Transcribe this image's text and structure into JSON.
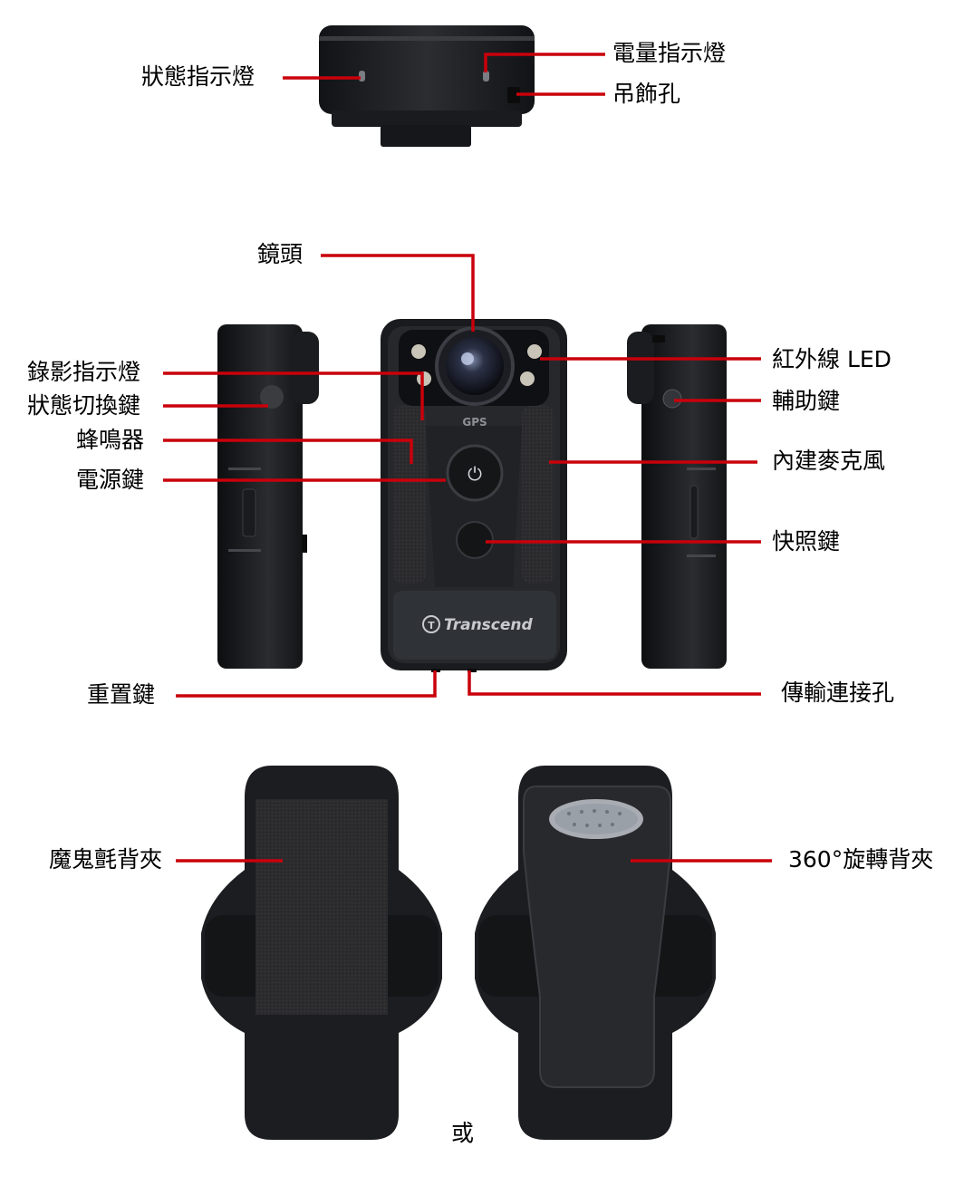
{
  "diagram": {
    "labels": {
      "status_led_top": "狀態指示燈",
      "battery_led": "電量指示燈",
      "strap_hole": "吊飾孔",
      "lens": "鏡頭",
      "record_led": "錄影指示燈",
      "mode_switch_key": "狀態切換鍵",
      "buzzer": "蜂鳴器",
      "power_key": "電源鍵",
      "infrared_led": "紅外線 LED",
      "aux_key": "輔助鍵",
      "built_in_mic": "內建麥克風",
      "snapshot_key": "快照鍵",
      "reset_key": "重置鍵",
      "transfer_port": "傳輸連接孔",
      "velcro_clip": "魔鬼氈背夾",
      "rotating_clip": "360°旋轉背夾",
      "or_text": "或"
    },
    "device": {
      "gps_text": "GPS",
      "brand_text": "Transcend"
    },
    "colors": {
      "leader": "#c9000b",
      "body_dark": "#1e1f22",
      "body_mid": "#2e3034"
    }
  }
}
